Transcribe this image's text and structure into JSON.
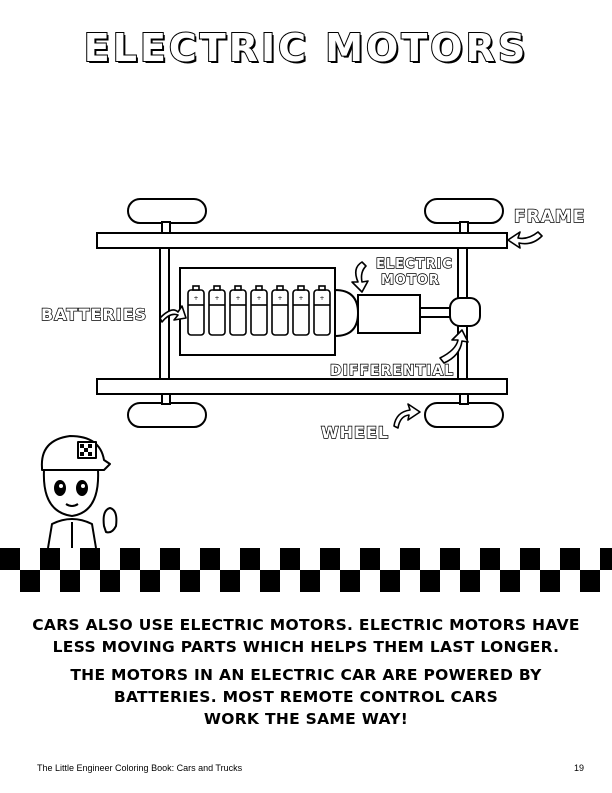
{
  "title": "ELECTRIC MOTORS",
  "labels": {
    "frame": "FRAME",
    "electric_motor_line1": "ELECTRIC",
    "electric_motor_line2": "MOTOR",
    "batteries": "BATTERIES",
    "differential": "DIFFERENTIAL",
    "wheel": "WHEEL"
  },
  "paragraphs": {
    "p1_line1": "CARS ALSO USE ELECTRIC MOTORS. ELECTRIC MOTORS HAVE",
    "p1_line2": "LESS MOVING PARTS WHICH HELPS THEM LAST LONGER.",
    "p2_line1": "THE MOTORS IN AN ELECTRIC CAR ARE POWERED BY",
    "p2_line2": "BATTERIES. MOST REMOTE CONTROL CARS",
    "p2_line3": "WORK THE SAME WAY!"
  },
  "footer": {
    "book_title": "The Little Engineer Coloring Book: Cars and Trucks",
    "page_number": "19"
  }
}
